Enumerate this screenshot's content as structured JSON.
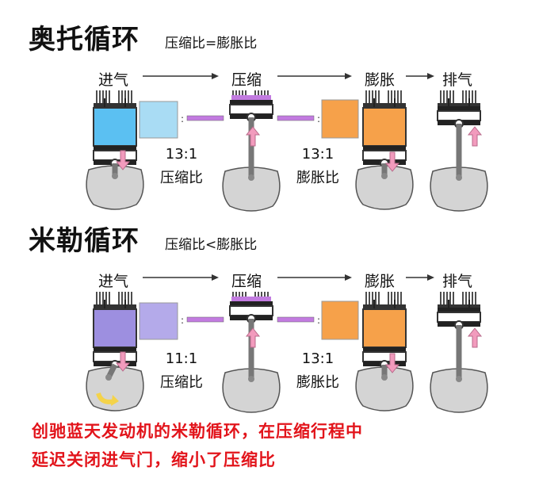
{
  "otto": {
    "title": "奥托循环",
    "subtitle": "压缩比=膨胀比",
    "stages": [
      "进气",
      "压缩",
      "膨胀",
      "排气"
    ],
    "ratio_left": {
      "value": "13:1",
      "label": "压缩比"
    },
    "ratio_right": {
      "value": "13:1",
      "label": "膨胀比"
    },
    "intake_color": "#5bc0f2",
    "charge_color": "#a9dcf4"
  },
  "miller": {
    "title": "米勒循环",
    "subtitle": "压缩比<膨胀比",
    "stages": [
      "进气",
      "压缩",
      "膨胀",
      "排气"
    ],
    "ratio_left": {
      "value": "11:1",
      "label": "压缩比"
    },
    "ratio_right": {
      "value": "13:1",
      "label": "膨胀比"
    },
    "intake_color": "#9d8fe0",
    "charge_color": "#b4aaea"
  },
  "colors": {
    "expansion": "#f6a14a",
    "arrow": "#f29bbd",
    "compress_bar": "#c27be0",
    "engine_gray": "#d4d4d4",
    "note": "#e2141b",
    "rotate_arrow": "#f4d34a"
  },
  "note": {
    "line1": "创驰蓝天发动机的米勒循环，在压缩行程中",
    "line2": "延迟关闭进气门，缩小了压缩比"
  }
}
